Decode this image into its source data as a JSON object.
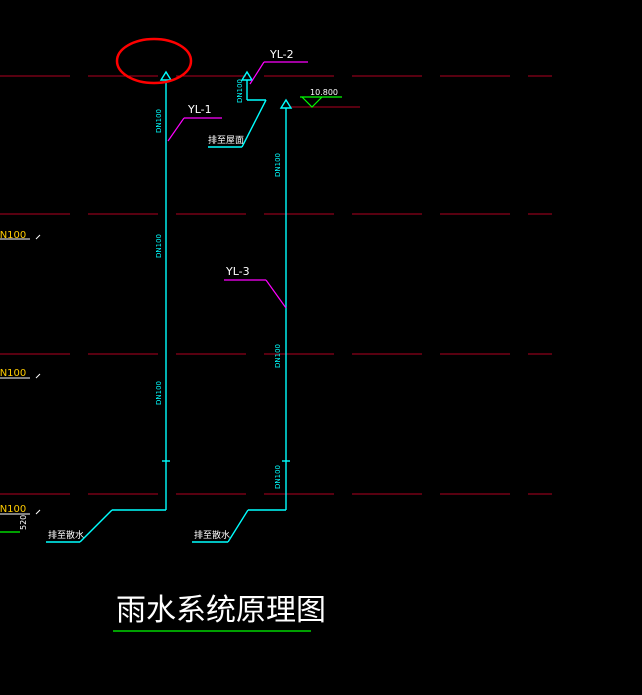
{
  "colors": {
    "background": "#000000",
    "pipe": "#00ffff",
    "floor_line": "#b00020",
    "leader": "#ff00ff",
    "title_underline": "#00ff00",
    "level_mark": "#00ff00",
    "highlight_circle": "#ff0000",
    "left_label": "#ffcc00"
  },
  "labels": {
    "yl1": "YL-1",
    "yl2": "YL-2",
    "yl3": "YL-3",
    "pipe_size": "DN100",
    "left_size": "DN100",
    "left_num": "520",
    "elevation": "10.800",
    "note_roof": "排至屋面",
    "note_scatter": "排至散水"
  },
  "title": "雨水系统原理图"
}
